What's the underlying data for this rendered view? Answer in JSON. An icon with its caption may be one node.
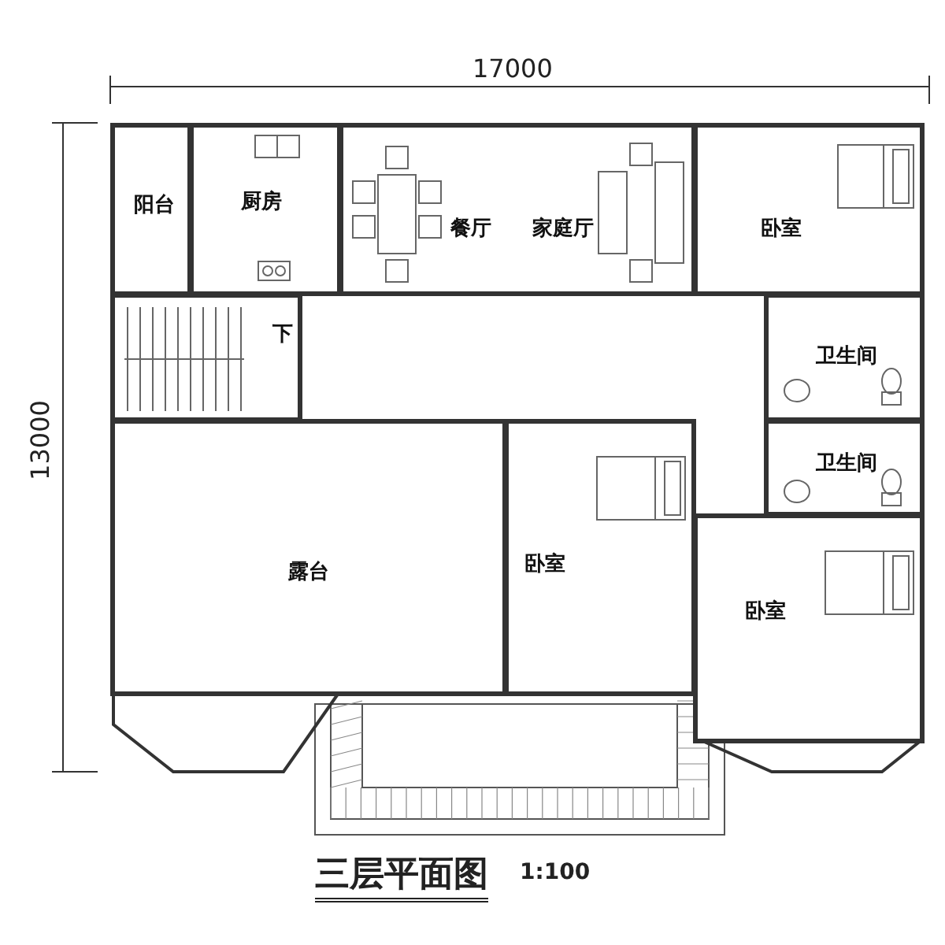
{
  "diagram": {
    "title": "三层平面图",
    "nodes": [
      {
        "text": [
          "阳台"
        ]
      },
      {
        "text": [
          "厨房"
        ]
      },
      {
        "text": [
          "餐厅",
          "家庭厅"
        ]
      },
      {
        "text": [
          "卧室"
        ]
      },
      {
        "text": [
          "下"
        ]
      },
      {
        "text": [
          "卫生间"
        ]
      },
      {
        "text": [
          "卫生间"
        ]
      },
      {
        "text": [
          "露台"
        ]
      },
      {
        "text": [
          "卧室"
        ]
      },
      {
        "text": [
          "卧室"
        ]
      }
    ],
    "edges": [],
    "labels": [
      "17000",
      "13000",
      "1:100"
    ]
  }
}
